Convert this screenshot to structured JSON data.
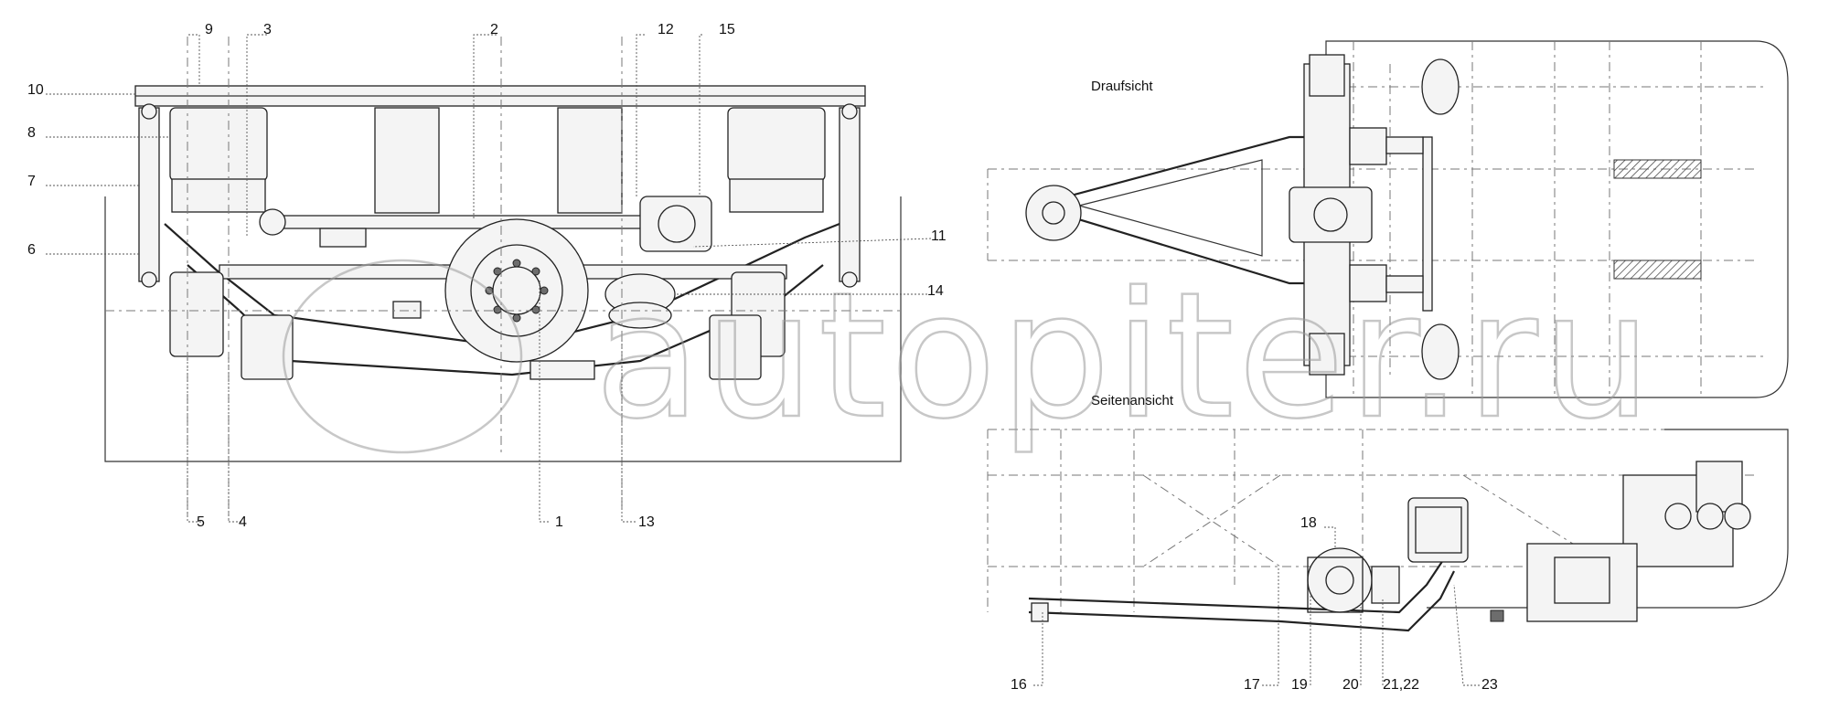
{
  "views": {
    "top_view_title": "Draufsicht",
    "side_view_title": "Seitenansicht"
  },
  "watermark": {
    "text": "autopiter.ru"
  },
  "callouts": {
    "n1": "1",
    "n2": "2",
    "n3": "3",
    "n4": "4",
    "n5": "5",
    "n6": "6",
    "n7": "7",
    "n8": "8",
    "n9": "9",
    "n10": "10",
    "n11": "11",
    "n12": "12",
    "n13": "13",
    "n14": "14",
    "n15": "15",
    "n16": "16",
    "n17": "17",
    "n18": "18",
    "n19": "19",
    "n20": "20",
    "n21_22": "21,22",
    "n23": "23"
  }
}
